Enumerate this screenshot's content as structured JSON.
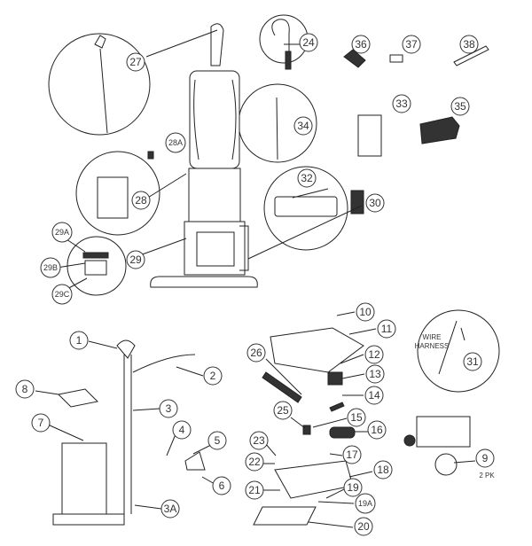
{
  "title": "Upright vacuum exploded parts diagram",
  "labels": {
    "p27": "27",
    "p24": "24",
    "p36": "36",
    "p37": "37",
    "p38": "38",
    "p34": "34",
    "p33": "33",
    "p35": "35",
    "p28A": "28A",
    "p28": "28",
    "p32": "32",
    "p30": "30",
    "p29A": "29A",
    "p29B": "29B",
    "p29": "29",
    "p29C": "29C",
    "p10": "10",
    "p11": "11",
    "p1": "1",
    "p2": "2",
    "p26": "26",
    "p12": "12",
    "p13": "13",
    "p14": "14",
    "p31": "31",
    "p8": "8",
    "p3": "3",
    "p7": "7",
    "p4": "4",
    "p5": "5",
    "p25": "25",
    "p15": "15",
    "p16": "16",
    "p9": "9",
    "p23": "23",
    "p17": "17",
    "p6": "6",
    "p22": "22",
    "p18": "18",
    "p21": "21",
    "p19": "19",
    "p19A": "19A",
    "p3A": "3A",
    "p20": "20"
  },
  "notes": {
    "wire_harness_line1": "WIRE",
    "wire_harness_line2": "HARNESS",
    "two_pack": "2 PK"
  }
}
